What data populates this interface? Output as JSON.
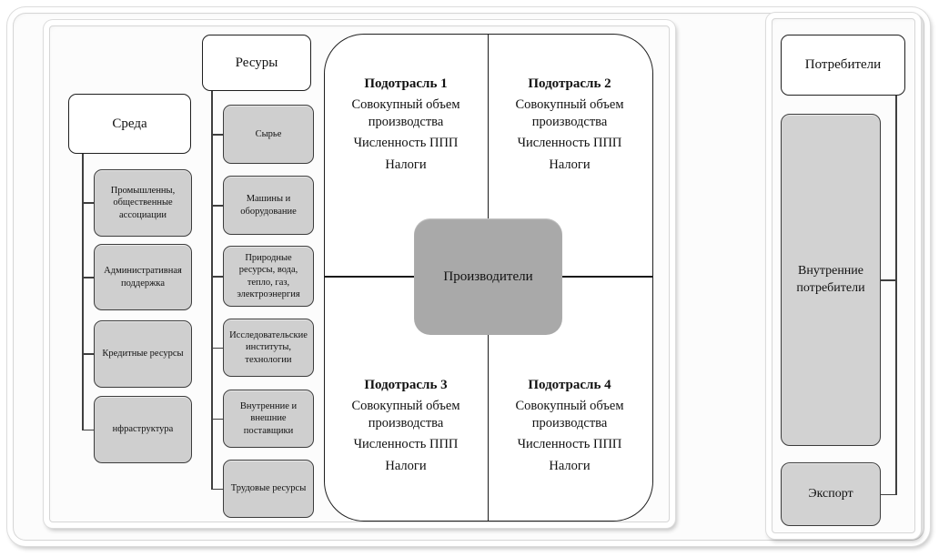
{
  "figure": {
    "environment": {
      "title": "Среда",
      "children": [
        "Промышленны, общественные ассоциации",
        "Административная поддержка",
        "Кредитные ресурсы",
        "нфраструктура"
      ]
    },
    "resources": {
      "title": "Ресуры",
      "children": [
        "Сырье",
        "Машины и оборудование",
        "Природные ресурсы, вода, тепло, газ, электроэнергия",
        "Исследовательские институты, технологии",
        "Внутренние и внешние поставщики",
        "Трудовые ресурсы"
      ]
    },
    "producers": {
      "label": "Производители"
    },
    "subindustries": [
      {
        "title": "Подотрасль 1",
        "lines": [
          "Совокупный объем производства",
          "Численность ППП",
          "Налоги"
        ]
      },
      {
        "title": "Подотрасль 2",
        "lines": [
          "Совокупный объем производства",
          "Численность ППП",
          "Налоги"
        ]
      },
      {
        "title": "Подотрасль 3",
        "lines": [
          "Совокупный объем производства",
          "Численность ППП",
          "Налоги"
        ]
      },
      {
        "title": "Подотрасль 4",
        "lines": [
          "Совокупный объем производства",
          "Численность ППП",
          "Налоги"
        ]
      }
    ],
    "consumers": {
      "title": "Потребители",
      "children": [
        "Внутренние потребители",
        "Экспорт"
      ]
    }
  },
  "colors": {
    "node_gray": "#cfcfcf",
    "producers_gray": "#a9a9a9",
    "border_dark": "#1f1f1f",
    "connector": "#3f3f3f",
    "frame_background": "#fcfcfc"
  }
}
